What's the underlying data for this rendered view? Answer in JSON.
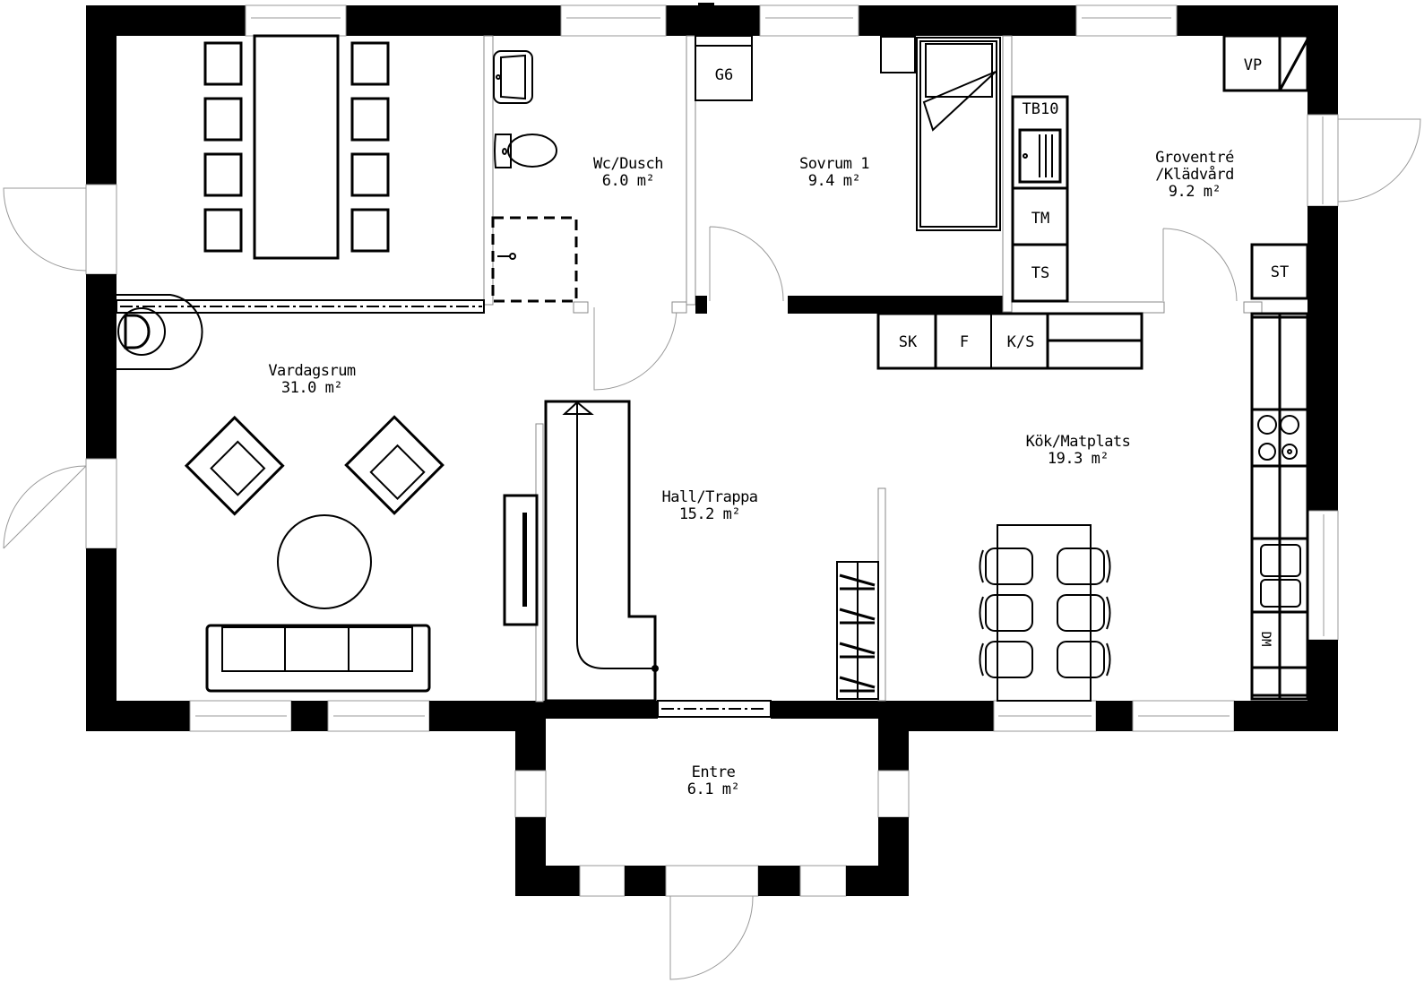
{
  "floor_plan": {
    "rooms": [
      {
        "id": "wc",
        "name": "Wc/Dusch",
        "area": "6.0 m²"
      },
      {
        "id": "sovrum1",
        "name": "Sovrum 1",
        "area": "9.4 m²"
      },
      {
        "id": "groventre",
        "name": "Groventré\n/Klädvård",
        "name_line1": "Groventré",
        "name_line2": "/Klädvård",
        "area": "9.2 m²"
      },
      {
        "id": "vardagsrum",
        "name": "Vardagsrum",
        "area": "31.0 m²"
      },
      {
        "id": "hall",
        "name": "Hall/Trappa",
        "area": "15.2 m²"
      },
      {
        "id": "kok",
        "name": "Kök/Matplats",
        "area": "19.3 m²"
      },
      {
        "id": "entre",
        "name": "Entre",
        "area": "6.1 m²"
      }
    ],
    "fixtures": {
      "g6": "G6",
      "tb10": "TB10",
      "tm": "TM",
      "ts": "TS",
      "vp": "VP",
      "st": "ST",
      "sk": "SK",
      "f": "F",
      "ks": "K/S",
      "dm": "DM"
    }
  }
}
